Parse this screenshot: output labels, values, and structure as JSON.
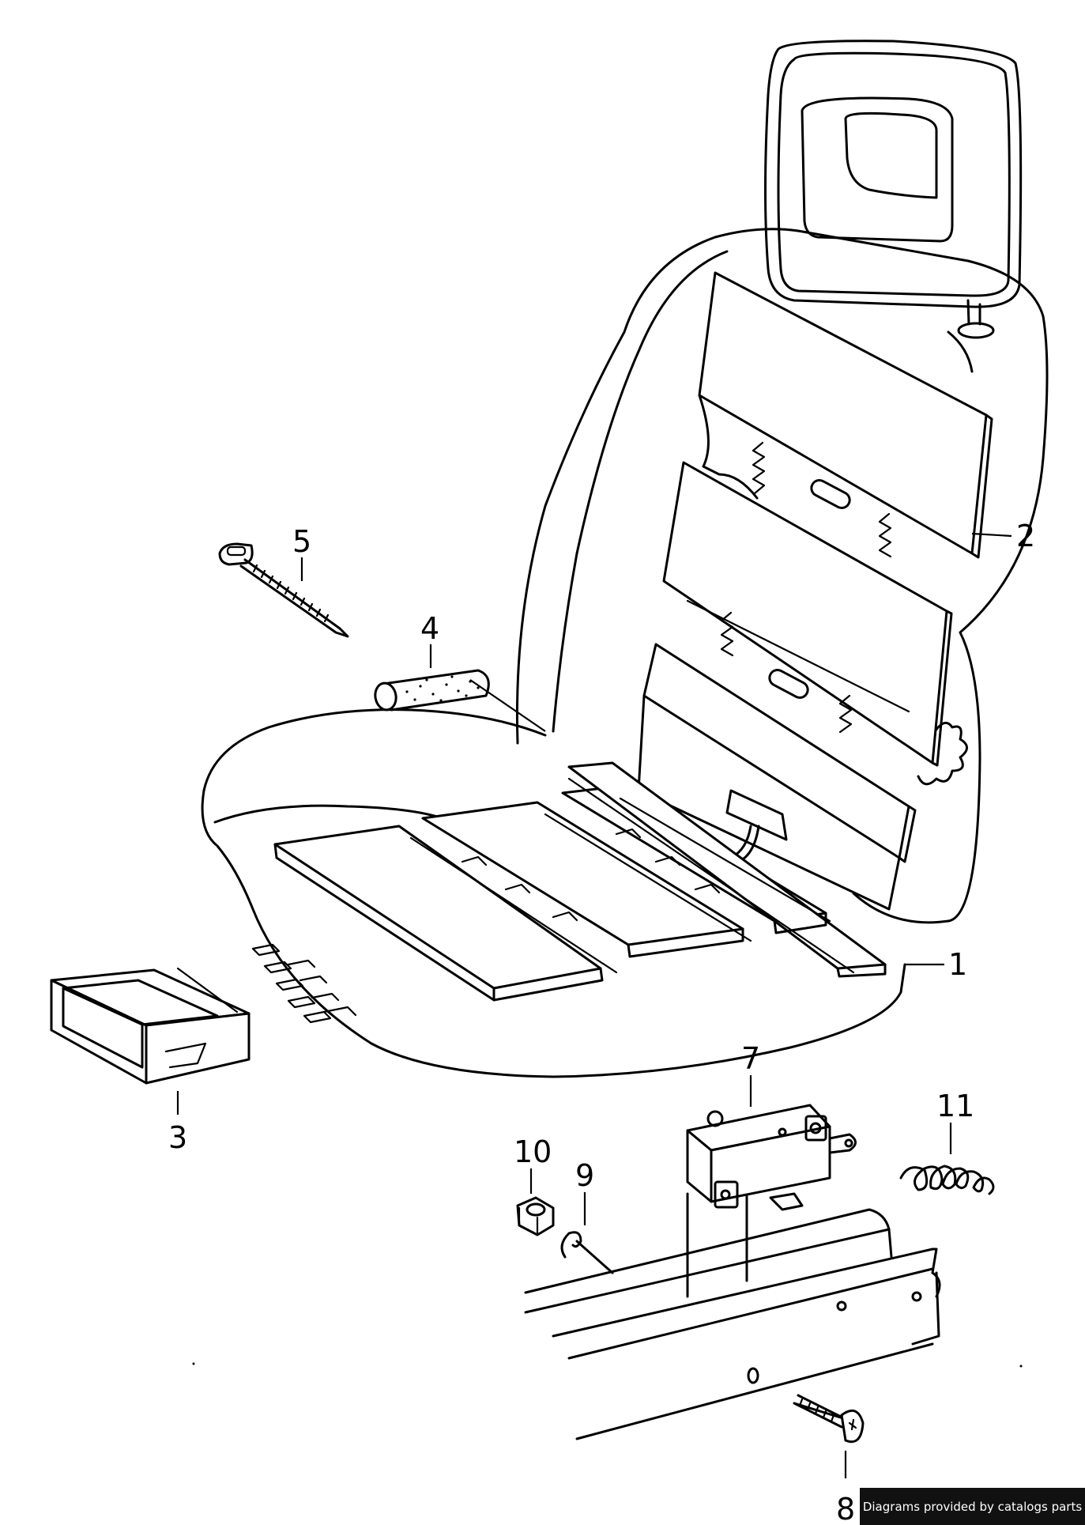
{
  "diagram": {
    "callouts": [
      {
        "id": "part-1",
        "label": "1"
      },
      {
        "id": "part-2",
        "label": "2"
      },
      {
        "id": "part-3",
        "label": "3"
      },
      {
        "id": "part-4",
        "label": "4"
      },
      {
        "id": "part-5",
        "label": "5"
      },
      {
        "id": "part-7",
        "label": "7"
      },
      {
        "id": "part-8",
        "label": "8"
      },
      {
        "id": "part-9",
        "label": "9"
      },
      {
        "id": "part-10",
        "label": "10"
      },
      {
        "id": "part-11",
        "label": "11"
      }
    ]
  },
  "footer": {
    "credit": "Diagrams provided by catalogs parts"
  }
}
